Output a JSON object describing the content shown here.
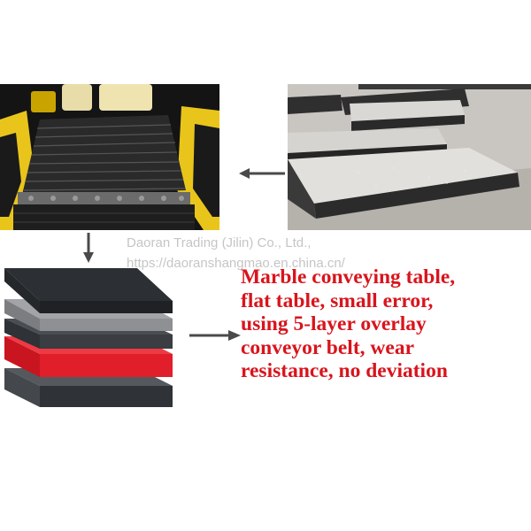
{
  "colors": {
    "caption": "#d9141c",
    "arrow": "#4a4a4a",
    "belt_layers": [
      "#2c2f33",
      "#8e9093",
      "#3a3d41",
      "#e01f2a",
      "#3a3d41"
    ],
    "machine_yellow": "#e9c51b"
  },
  "watermark": {
    "company": "Daoran Trading (Jilin) Co., Ltd.,",
    "url": "https://daoranshangmao.en.china.cn/"
  },
  "caption": {
    "lines": [
      "Marble conveying table,",
      "flat table, small error,",
      "using 5-layer overlay",
      "conveyor belt, wear",
      "resistance, no deviation"
    ]
  }
}
